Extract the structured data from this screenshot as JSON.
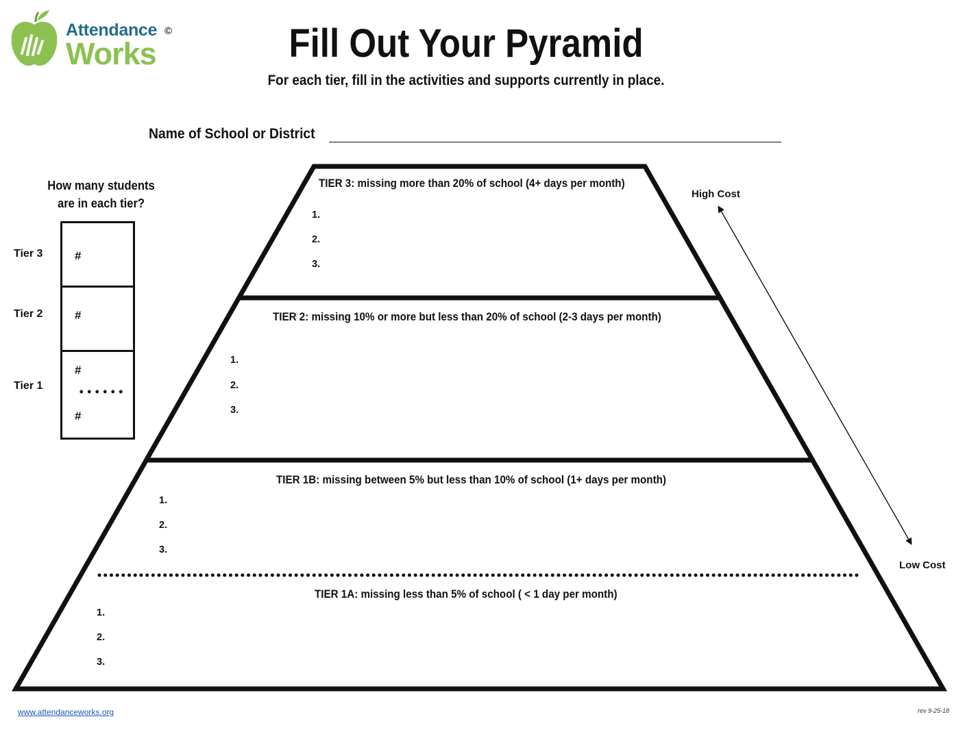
{
  "logo": {
    "line1": "Attendance",
    "line2": "Works",
    "copyright": "©"
  },
  "header": {
    "title": "Fill Out Your Pyramid",
    "subtitle": "For each tier, fill in the activities and supports currently in place."
  },
  "form": {
    "name_label": "Name of School or District"
  },
  "students": {
    "question_line1": "How many students",
    "question_line2": "are in each tier?",
    "tiers": [
      {
        "label": "Tier 3",
        "marks": [
          "#"
        ]
      },
      {
        "label": "Tier 2",
        "marks": [
          "#"
        ]
      },
      {
        "label": "Tier 1",
        "marks": [
          "#",
          "#"
        ]
      }
    ]
  },
  "pyramid": {
    "tier3": {
      "title": "TIER 3: missing more than 20% of school (4+ days per month)",
      "items": [
        "1.",
        "2.",
        "3."
      ]
    },
    "tier2": {
      "title": "TIER 2: missing 10% or more but less than 20% of school (2-3 days per month)",
      "items": [
        "1.",
        "2.",
        "3."
      ]
    },
    "tier1b": {
      "title": "TIER 1B: missing between 5% but less than 10% of school (1+ days per month)",
      "items": [
        "1.",
        "2.",
        "3."
      ]
    },
    "tier1a": {
      "title": "TIER 1A: missing less than 5% of school ( < 1 day per month)",
      "items": [
        "1.",
        "2.",
        "3."
      ]
    }
  },
  "cost_scale": {
    "high": "High Cost",
    "low": "Low Cost"
  },
  "footer": {
    "url": "www.attendanceworks.org",
    "revision": "rev 9-25-18"
  }
}
